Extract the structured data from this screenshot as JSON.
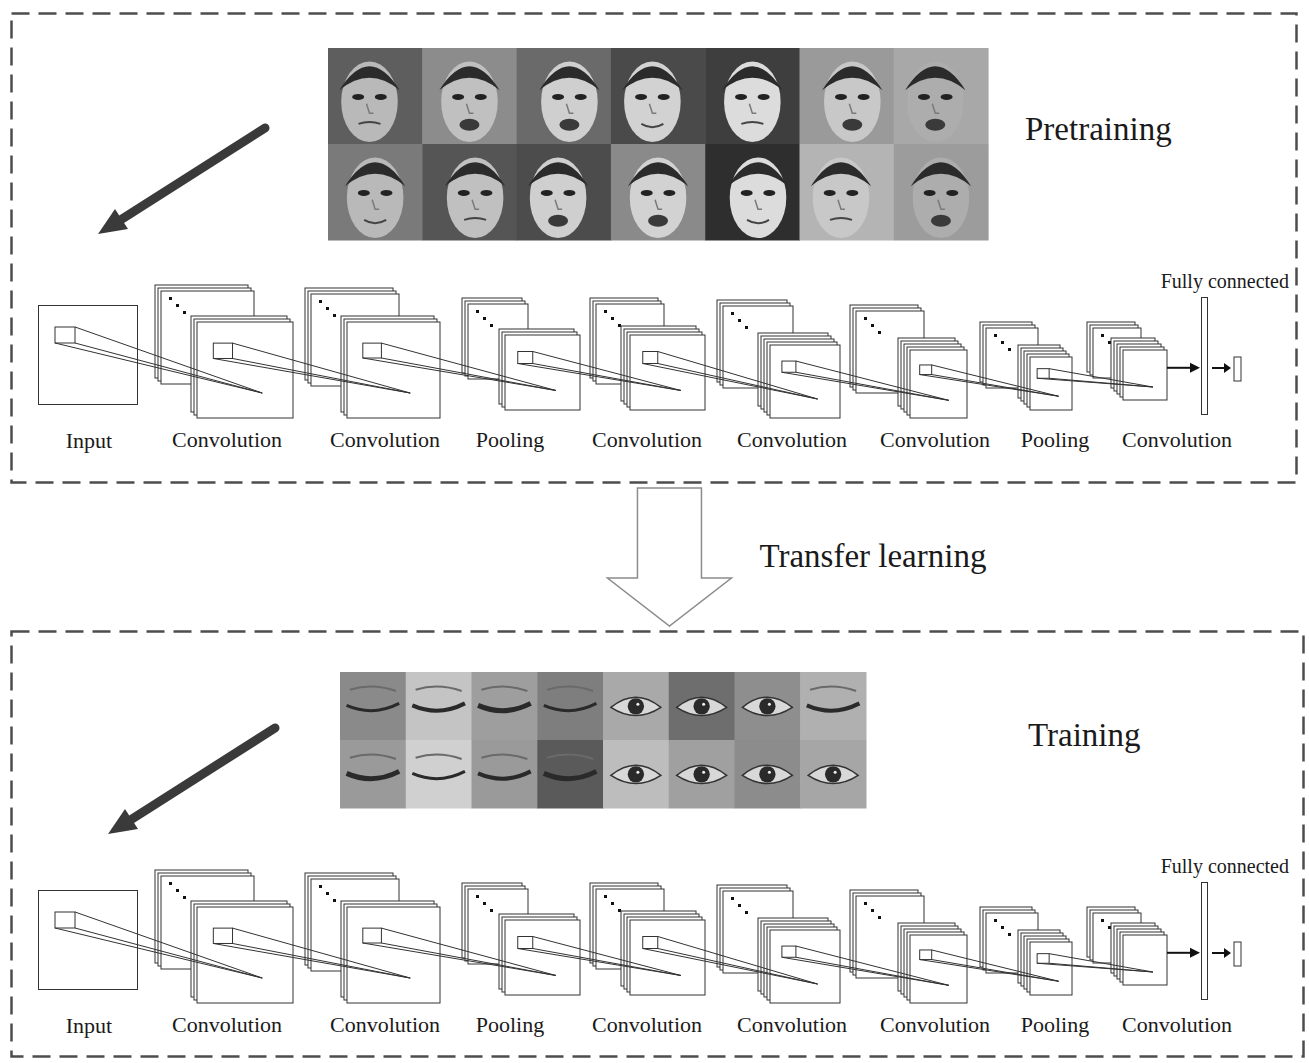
{
  "diagram": {
    "nodes": [
      {
        "text": [
          "Pretraining"
        ]
      },
      {
        "text": [
          "Input"
        ],
        "in": 0
      },
      {
        "text": [
          "Convolution"
        ],
        "in": 0
      },
      {
        "text": [
          "Convolution"
        ],
        "in": 0
      },
      {
        "text": [
          "Pooling"
        ],
        "in": 0
      },
      {
        "text": [
          "Convolution"
        ],
        "in": 0
      },
      {
        "text": [
          "Convolution"
        ],
        "in": 0
      },
      {
        "text": [
          "Convolution"
        ],
        "in": 0
      },
      {
        "text": [
          "Pooling"
        ],
        "in": 0
      },
      {
        "text": [
          "Convolution"
        ],
        "in": 0
      },
      {
        "text": [
          "Fully connected"
        ],
        "in": 0
      },
      {
        "text": [
          "Training"
        ]
      },
      {
        "text": [
          "Input"
        ],
        "in": 11
      },
      {
        "text": [
          "Convolution"
        ],
        "in": 11
      },
      {
        "text": [
          "Convolution"
        ],
        "in": 11
      },
      {
        "text": [
          "Pooling"
        ],
        "in": 11
      },
      {
        "text": [
          "Convolution"
        ],
        "in": 11
      },
      {
        "text": [
          "Convolution"
        ],
        "in": 11
      },
      {
        "text": [
          "Convolution"
        ],
        "in": 11
      },
      {
        "text": [
          "Pooling"
        ],
        "in": 11
      },
      {
        "text": [
          "Convolution"
        ],
        "in": 11
      },
      {
        "text": [
          "Fully connected"
        ],
        "in": 11
      }
    ],
    "edges": [
      {
        "from": 9,
        "to": 10,
        "arrow": "to"
      },
      {
        "from": 0,
        "to": 11,
        "label": "Transfer learning",
        "arrow": "to"
      },
      {
        "from": 20,
        "to": 21,
        "arrow": "to"
      }
    ]
  }
}
